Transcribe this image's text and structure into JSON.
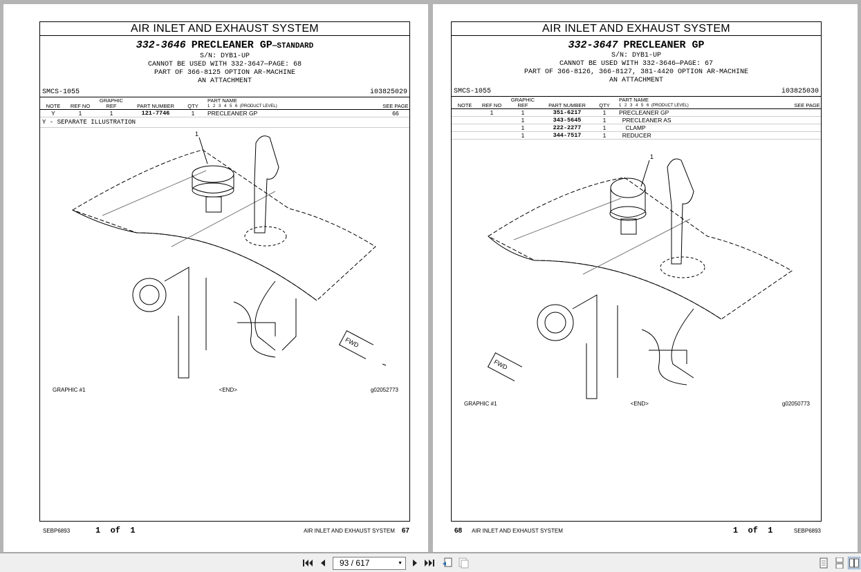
{
  "pages": [
    {
      "system_title": "AIR INLET AND EXHAUST SYSTEM",
      "group_number": "332-3646",
      "group_name": "PRECLEANER GP",
      "group_suffix": "—STANDARD",
      "serial": "S/N: DYB1-UP",
      "cannot_use": "CANNOT BE USED WITH  332-3647—PAGE: 68",
      "part_of": "PART OF 366-8125 OPTION AR-MACHINE",
      "attachment": "AN ATTACHMENT",
      "smcs": "SMCS-1055",
      "doc_id": "i03825029",
      "columns": {
        "note": "NOTE",
        "ref_no": "REF NO",
        "graphic_ref": "GRAPHIC REF",
        "part_number": "PART NUMBER",
        "qty": "QTY",
        "part_name": "PART NAME",
        "levels": "1 2 3 4 5 6",
        "product_level": "(PRODUCT LEVEL)",
        "see_page": "SEE PAGE"
      },
      "rows": [
        {
          "note": "Y",
          "ref_no": "1",
          "graphic_ref": "1",
          "part_number": "121-7746",
          "qty": "1",
          "part_name": "PRECLEANER GP",
          "see_page": "66"
        }
      ],
      "separate_note": "Y - SEPARATE ILLUSTRATION",
      "callout": "1",
      "fwd": "FWD",
      "graphic_label": "GRAPHIC #1",
      "end_label": "<END>",
      "graphic_id": "g02052773",
      "footer_pub": "SEBP6893",
      "footer_of": "1  of  1",
      "footer_section": "AIR INLET AND EXHAUST SYSTEM",
      "page_number": "67"
    },
    {
      "system_title": "AIR INLET AND EXHAUST SYSTEM",
      "group_number": "332-3647",
      "group_name": "PRECLEANER GP",
      "group_suffix": "",
      "serial": "S/N: DYB1-UP",
      "cannot_use": "CANNOT BE USED WITH  332-3646—PAGE: 67",
      "part_of": "PART OF 366-8126, 366-8127, 381-4420 OPTION AR-MACHINE",
      "attachment": "AN ATTACHMENT",
      "smcs": "SMCS-1055",
      "doc_id": "i03825030",
      "columns": {
        "note": "NOTE",
        "ref_no": "REF NO",
        "graphic_ref": "GRAPHIC REF",
        "part_number": "PART NUMBER",
        "qty": "QTY",
        "part_name": "PART NAME",
        "levels": "1 2 3 4 5 6",
        "product_level": "(PRODUCT LEVEL)",
        "see_page": "SEE PAGE"
      },
      "rows": [
        {
          "note": "",
          "ref_no": "1",
          "graphic_ref": "1",
          "part_number": "351-6217",
          "qty": "1",
          "part_name": "PRECLEANER GP",
          "see_page": ""
        },
        {
          "note": "",
          "ref_no": "",
          "graphic_ref": "1",
          "part_number": "343-5645",
          "qty": "1",
          "part_name": "  PRECLEANER AS",
          "see_page": ""
        },
        {
          "note": "",
          "ref_no": "",
          "graphic_ref": "1",
          "part_number": "222-2277",
          "qty": "1",
          "part_name": "    CLAMP",
          "see_page": ""
        },
        {
          "note": "",
          "ref_no": "",
          "graphic_ref": "1",
          "part_number": "344-7517",
          "qty": "1",
          "part_name": "  REDUCER",
          "see_page": ""
        }
      ],
      "callout": "1",
      "fwd": "FWD",
      "graphic_label": "GRAPHIC #1",
      "end_label": "<END>",
      "graphic_id": "g02050773",
      "footer_pub": "SEBP6893",
      "footer_of": "1  of  1",
      "footer_section": "AIR INLET AND EXHAUST SYSTEM",
      "page_number": "68"
    }
  ],
  "toolbar": {
    "page_indicator": "93 / 617",
    "icons": [
      "first-page-icon",
      "prev-page-icon",
      "next-page-icon",
      "last-page-icon",
      "history-back-icon",
      "history-forward-icon",
      "single-page-view-icon",
      "continuous-view-icon",
      "facing-pages-view-icon"
    ]
  }
}
